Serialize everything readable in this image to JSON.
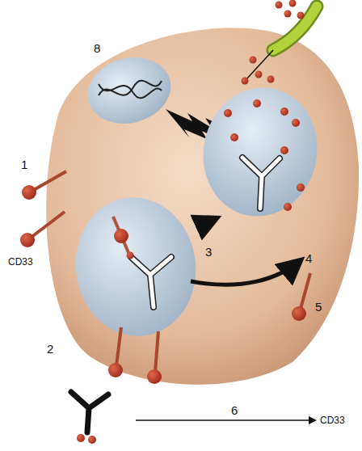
{
  "diagram": {
    "labels": [
      "8",
      "1",
      "CD33",
      "3",
      "4",
      "5",
      "2",
      "6",
      "CD33"
    ]
  }
}
